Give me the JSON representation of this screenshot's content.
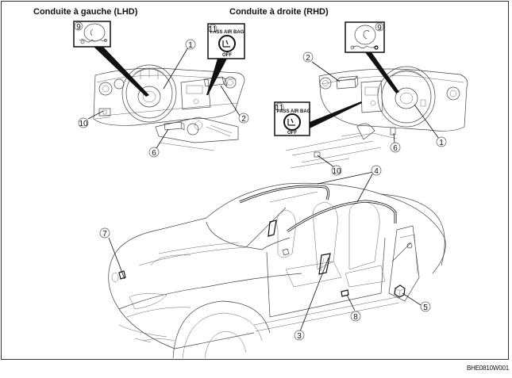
{
  "figure": {
    "headings": {
      "lhd": "Conduite à gauche (LHD)",
      "rhd": "Conduite à droite (RHD)"
    },
    "figure_code": "BHE0810W001",
    "callouts": {
      "lhd": [
        "9",
        "11",
        "1",
        "2",
        "10",
        "6"
      ],
      "rhd": [
        "9",
        "2",
        "11",
        "1",
        "6",
        "10"
      ],
      "car": [
        "4",
        "7",
        "3",
        "8",
        "5"
      ]
    },
    "insets": {
      "pass_airbag_indicator": {
        "top_text": "PASS AIR BAG",
        "bottom_text": "OFF"
      }
    }
  }
}
